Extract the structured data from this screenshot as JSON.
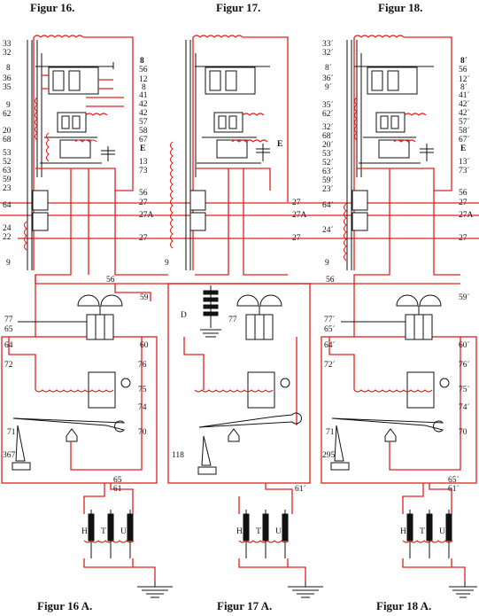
{
  "titles_top": [
    "Figur 16.",
    "Figur 17.",
    "Figur 18."
  ],
  "titles_bottom": [
    "Figur 16 A.",
    "Figur 17 A.",
    "Figur 18 A."
  ],
  "fig16": {
    "left_labels": [
      "33",
      "32",
      "8",
      "36",
      "35",
      "9",
      "62",
      "20",
      "68",
      "53",
      "52",
      "63",
      "59",
      "23",
      "64",
      "24",
      "22",
      "9"
    ],
    "right_labels": [
      "8",
      "56",
      "12",
      "8",
      "41",
      "42",
      "42",
      "57",
      "58",
      "67",
      "E",
      "13",
      "73",
      "56",
      "27",
      "27A",
      "27"
    ],
    "lower_labels": [
      "56",
      "59",
      "77",
      "65",
      "64",
      "60",
      "72",
      "76",
      "75",
      "74",
      "71",
      "70",
      "367"
    ],
    "bottom_labels": [
      "65",
      "61",
      "H",
      "T",
      "U"
    ]
  },
  "fig17": {
    "labels": [
      "27",
      "27A",
      "27",
      "9",
      "E",
      "D",
      "77",
      "118"
    ],
    "bottom_labels": [
      "61´",
      "H",
      "T",
      "U"
    ]
  },
  "fig18": {
    "left_labels": [
      "33´",
      "32´",
      "8´",
      "36´",
      "9´",
      "35´",
      "62´",
      "32´",
      "68´",
      "20´",
      "53´",
      "52´",
      "63´",
      "59´",
      "23´",
      "64´",
      "24´",
      "9"
    ],
    "right_labels": [
      "8´",
      "56",
      "12´",
      "8´",
      "41´",
      "42´",
      "42´",
      "57´",
      "58´",
      "67´",
      "E",
      "13´",
      "73´",
      "56",
      "27",
      "27A",
      "27"
    ],
    "lower_labels": [
      "56",
      "59´",
      "77´",
      "65´",
      "64´",
      "60´",
      "72´",
      "76´",
      "75´",
      "74´",
      "71",
      "70",
      "295"
    ],
    "bottom_labels": [
      "65´",
      "61´",
      "H",
      "T",
      "U"
    ]
  }
}
